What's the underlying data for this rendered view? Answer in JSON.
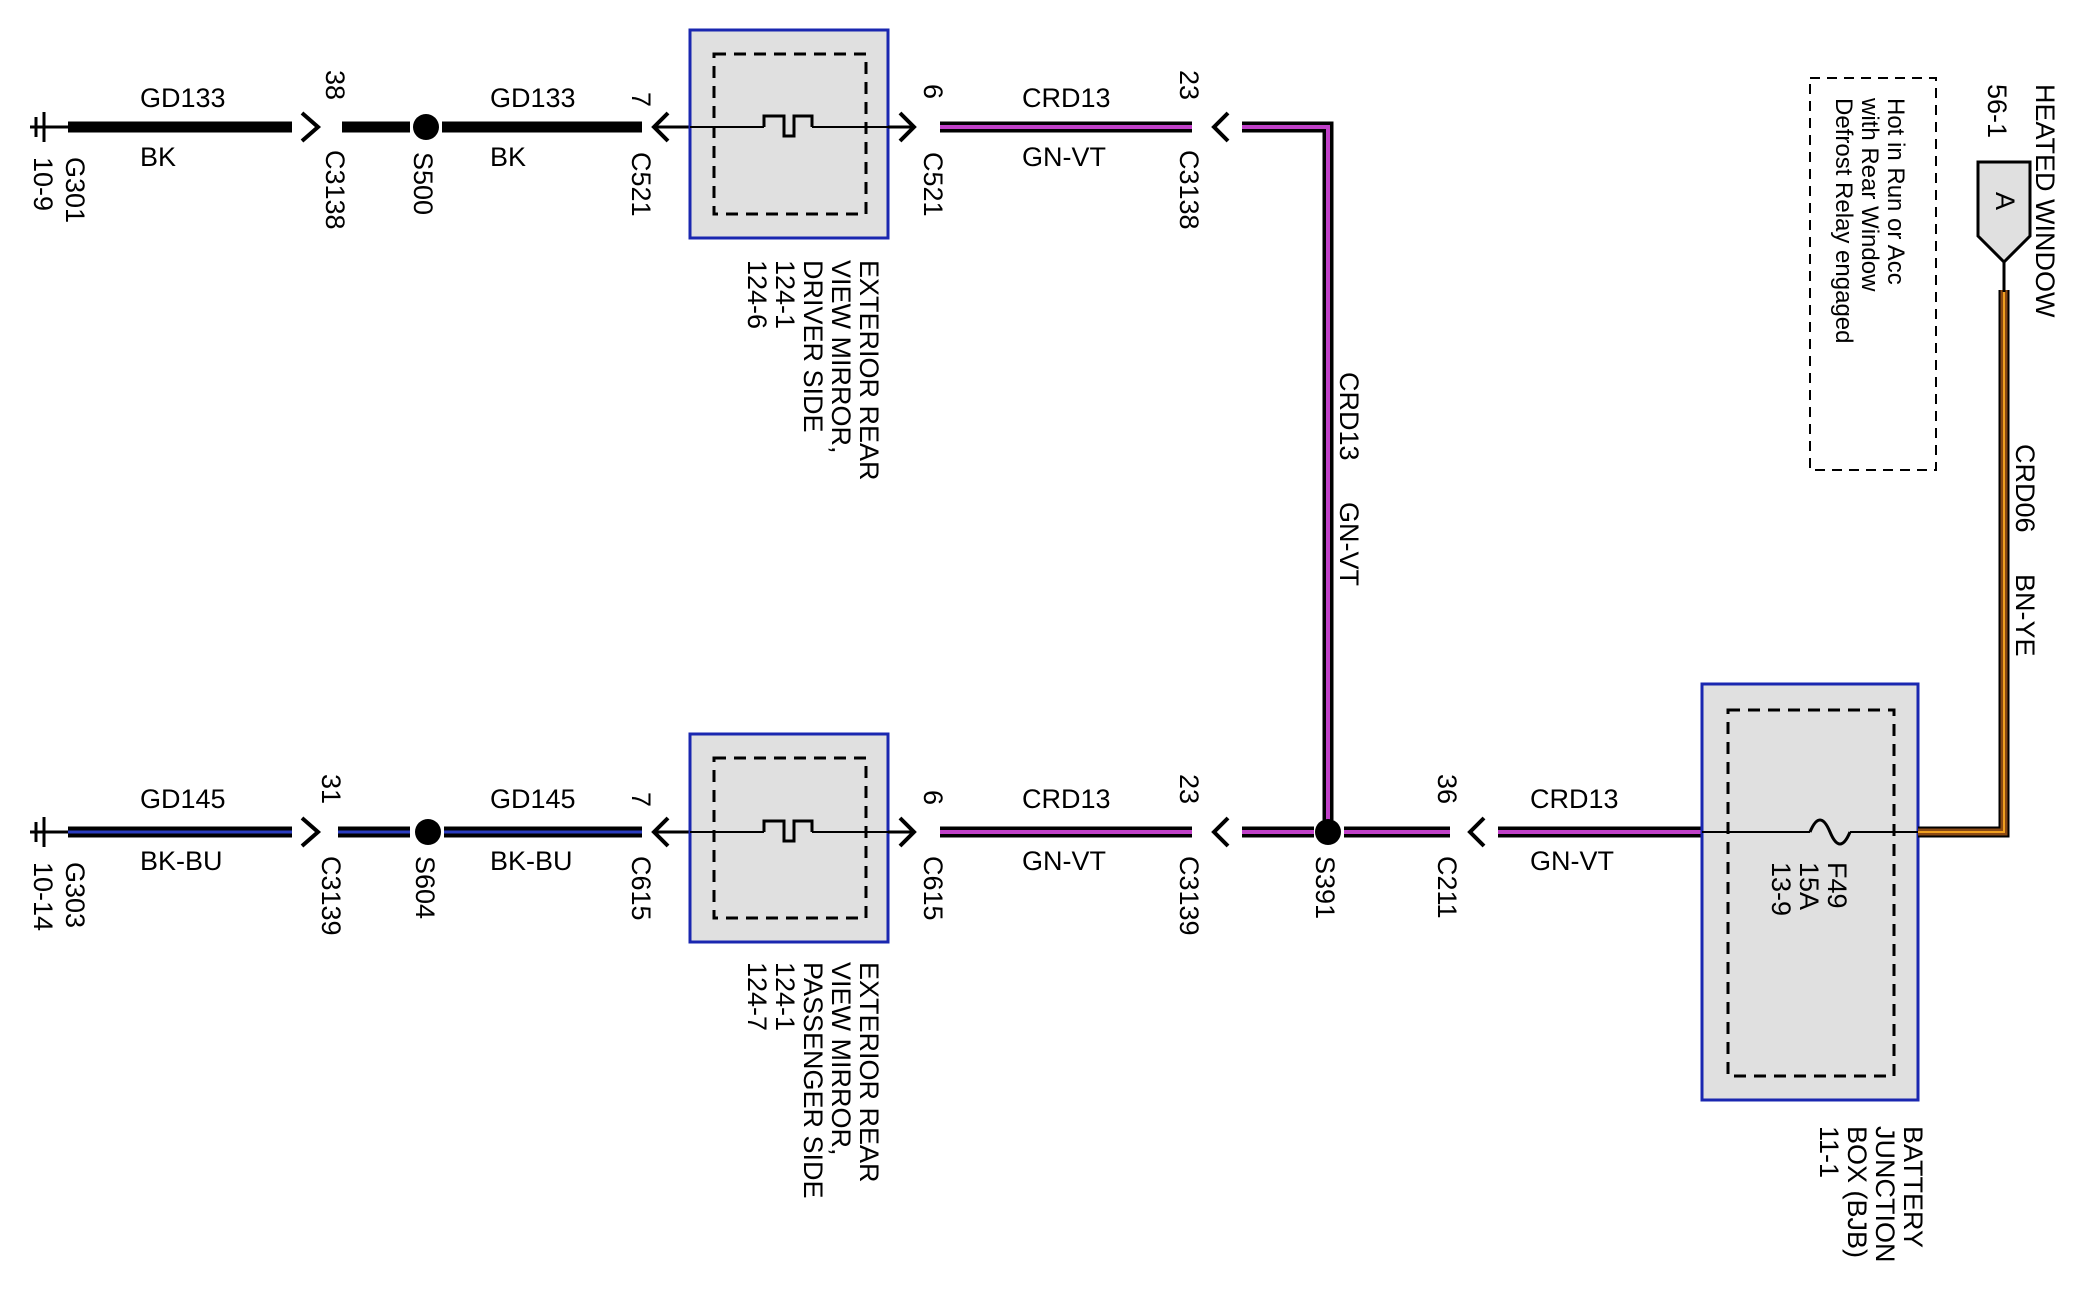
{
  "colors": {
    "black": "#000000",
    "violet": "#c040c8",
    "blue": "#2a3cc0",
    "brown": "#8b4a14",
    "yellow": "#f0a020",
    "box_fill": "#e0e0e0",
    "box_border": "#1a27b0"
  },
  "row1": {
    "ground_ref": "G301",
    "ground_page": "10-9",
    "w1_circuit": "GD133",
    "w1_color": "BK",
    "c1_pin": "38",
    "c1_name": "C3138",
    "splice": "S500",
    "w2_circuit": "GD133",
    "w2_color": "BK",
    "c2_pin": "7",
    "c2_name": "C521",
    "c3_pin": "6",
    "c3_name": "C521",
    "w3_circuit": "CRD13",
    "w3_color": "GN-VT",
    "c4_pin": "23",
    "c4_name": "C3138",
    "component_lines": [
      "EXTERIOR REAR",
      "VIEW MIRROR,",
      "DRIVER SIDE",
      "124-1",
      "124-6"
    ]
  },
  "row2": {
    "ground_ref": "G303",
    "ground_page": "10-14",
    "w1_circuit": "GD145",
    "w1_color": "BK-BU",
    "c1_pin": "31",
    "c1_name": "C3139",
    "splice": "S604",
    "w2_circuit": "GD145",
    "w2_color": "BK-BU",
    "c2_pin": "7",
    "c2_name": "C615",
    "c3_pin": "6",
    "c3_name": "C615",
    "w3_circuit": "CRD13",
    "w3_color": "GN-VT",
    "c4_pin": "23",
    "c4_name": "C3139",
    "splice2": "S391",
    "c5_pin": "36",
    "c5_name": "C211",
    "w4_circuit": "CRD13",
    "w4_color": "GN-VT",
    "component_lines": [
      "EXTERIOR REAR",
      "VIEW MIRROR,",
      "PASSENGER SIDE",
      "124-1",
      "124-7"
    ]
  },
  "vertical_wire": {
    "circuit": "CRD13",
    "color": "GN-VT"
  },
  "fuse": {
    "name": "F49",
    "rating": "15A",
    "page": "13-9"
  },
  "bjb_lines": [
    "BATTERY",
    "JUNCTION",
    "BOX (BJB)",
    "11-1"
  ],
  "feed_wire": {
    "circuit": "CRD06",
    "color": "BN-YE"
  },
  "heated_window": {
    "title": "HEATED WINDOW",
    "page": "56-1",
    "connector_letter": "A"
  },
  "note_lines": [
    "Hot in Run or Acc",
    "with Rear Window",
    "Defrost Relay engaged"
  ]
}
